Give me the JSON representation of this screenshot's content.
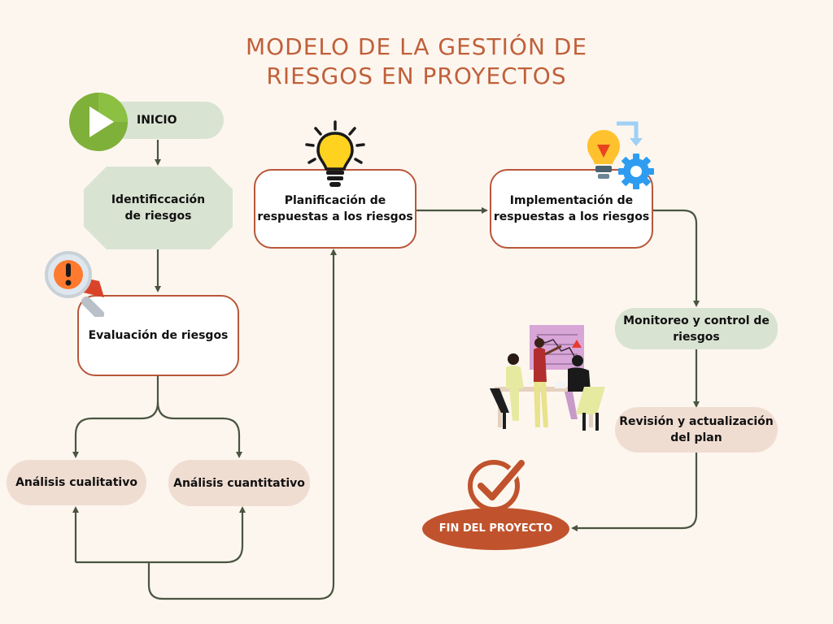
{
  "title": {
    "line1": "MODELO DE LA GESTIÓN DE",
    "line2": "RIESGOS EN PROYECTOS"
  },
  "nodes": {
    "inicio": "INICIO",
    "identificacion": {
      "line1": "Identificcación",
      "line2": "de riesgos"
    },
    "evaluacion": "Evaluación de riesgos",
    "cualitativo": "Análisis cualitativo",
    "cuantitativo": "Análisis cuantitativo",
    "planificacion": {
      "line1": "Planificación de",
      "line2": "respuestas a los riesgos"
    },
    "implementacion": {
      "line1": "Implementación de",
      "line2": "respuestas a los riesgos"
    },
    "monitoreo": {
      "line1": "Monitoreo y control de",
      "line2": "riesgos"
    },
    "revision": {
      "line1": "Revisión y actualización",
      "line2": "del plan"
    },
    "fin": "FIN DEL PROYECTO"
  },
  "colors": {
    "accent": "#b8573a",
    "fin_fill": "#c0532d",
    "green_pill": "#d9e3d2",
    "rose_pill": "#f0ddd2",
    "connector": "#4a5540"
  },
  "icons": [
    "play-icon",
    "lightbulb-icon",
    "bulb-gear-icon",
    "warning-magnifier-icon",
    "team-meeting-illustration",
    "checkmark-icon"
  ]
}
